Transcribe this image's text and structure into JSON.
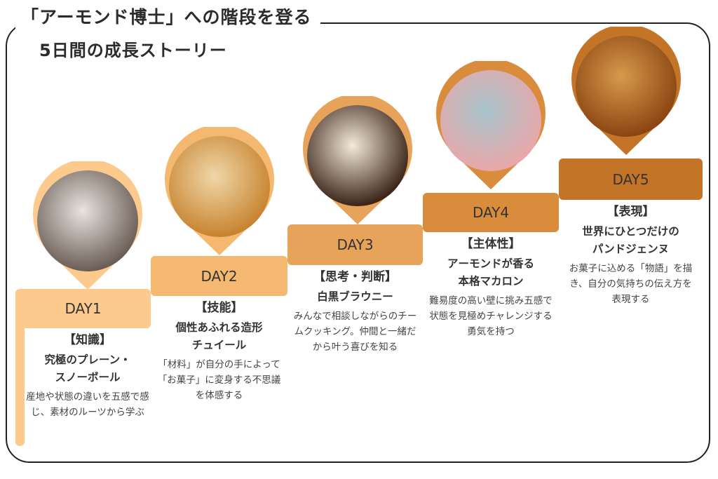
{
  "title": {
    "line1": "「アーモンド博士」への階段を登る",
    "line2": "5日間の成長ストーリー"
  },
  "steps": [
    {
      "day": "DAY1",
      "category": "【知識】",
      "title": [
        "究極のプレーン・",
        "スノーボール"
      ],
      "description": "産地や状態の違いを五感で感じ、素材のルーツから学ぶ",
      "color": "#fdca8e",
      "image": "snowball-cookies-photo"
    },
    {
      "day": "DAY2",
      "category": "【技能】",
      "title": [
        "個性あふれる造形",
        "チュイール"
      ],
      "description": "「材料」が自分の手によって「お菓子」に変身する不思議を体感する",
      "color": "#f4b870",
      "image": "tuile-cookies-photo"
    },
    {
      "day": "DAY3",
      "category": "【思考・判断】",
      "title": [
        "白黒ブラウニー",
        ""
      ],
      "description": "みんなで相談しながらのチームクッキング。仲間と一緒だから叶う喜びを知る",
      "color": "#e8a35a",
      "image": "marble-brownie-photo"
    },
    {
      "day": "DAY4",
      "category": "【主体性】",
      "title": [
        "アーモンドが香る",
        "本格マカロン"
      ],
      "description": "難易度の高い壁に挑み五感で状態を見極めチャレンジする勇気を持つ",
      "color": "#d98c3b",
      "image": "macarons-photo"
    },
    {
      "day": "DAY5",
      "category": "【表現】",
      "title": [
        "世界にひとつだけの",
        "パンドジェンヌ"
      ],
      "description": "お菓子に込める「物語」を描き、自分の気持ちの伝え方を表現する",
      "color": "#c47426",
      "image": "pain-de-genes-photo"
    }
  ]
}
